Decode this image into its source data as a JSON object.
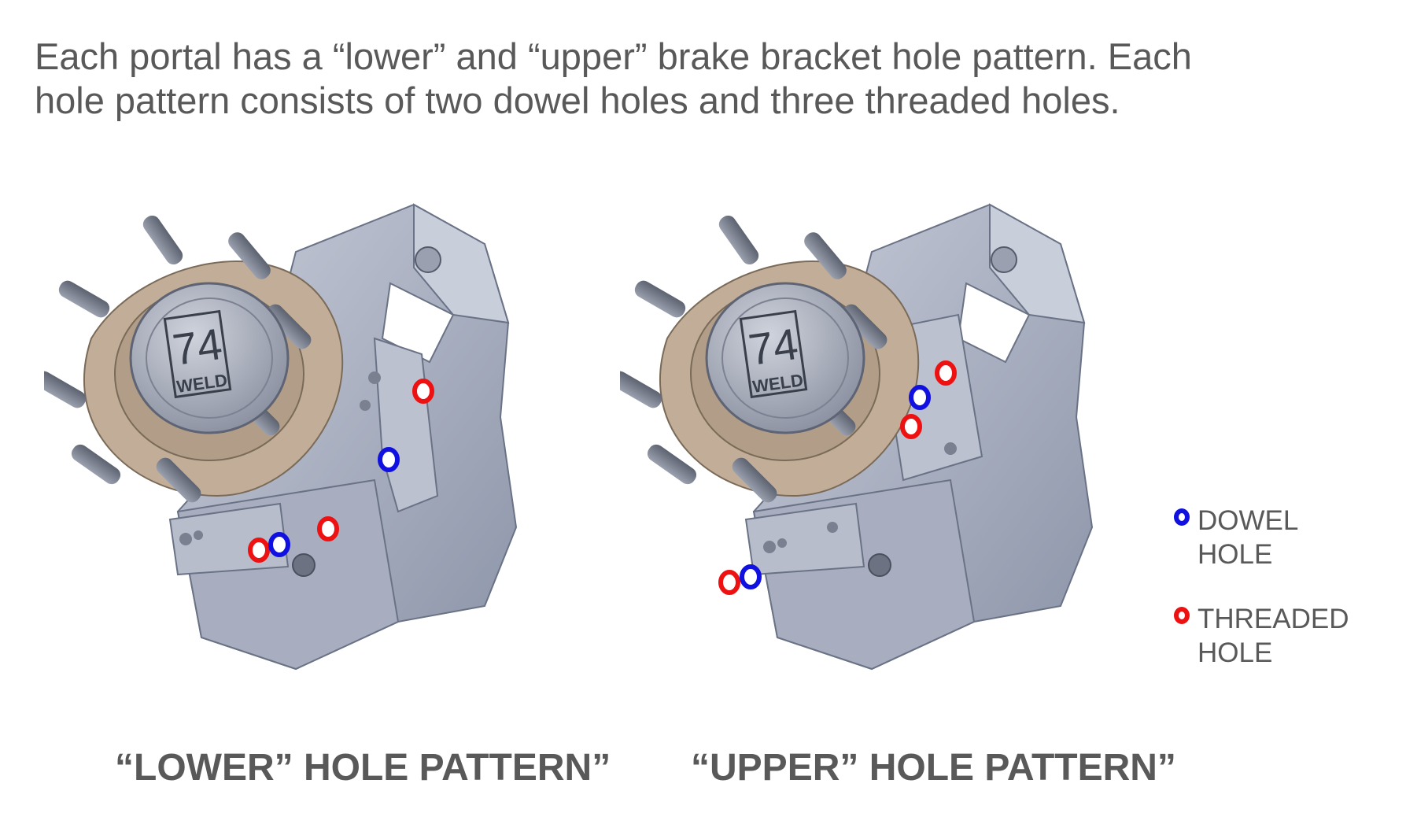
{
  "intro": {
    "line1": "Each portal has a “lower” and “upper” brake bracket hole pattern.  Each",
    "line2": "hole pattern consists of two dowel holes and three threaded holes."
  },
  "logo_text": {
    "number": "74",
    "word": "WELD"
  },
  "captions": {
    "lower": "“LOWER” HOLE PATTERN”",
    "upper": "“UPPER” HOLE PATTERN”"
  },
  "legend": {
    "dowel": {
      "line1": "DOWEL",
      "line2": "HOLE",
      "color": "#1010e0"
    },
    "threaded": {
      "line1": "THREADED",
      "line2": "HOLE",
      "color": "#ee1111"
    }
  },
  "colors": {
    "housing": "#aeb4c6",
    "housing_dark": "#8890a4",
    "hub_bronze": "#c2ae98",
    "stud": "#7e8494",
    "dowel_marker": "#1010e0",
    "threaded_marker": "#ee1111"
  }
}
